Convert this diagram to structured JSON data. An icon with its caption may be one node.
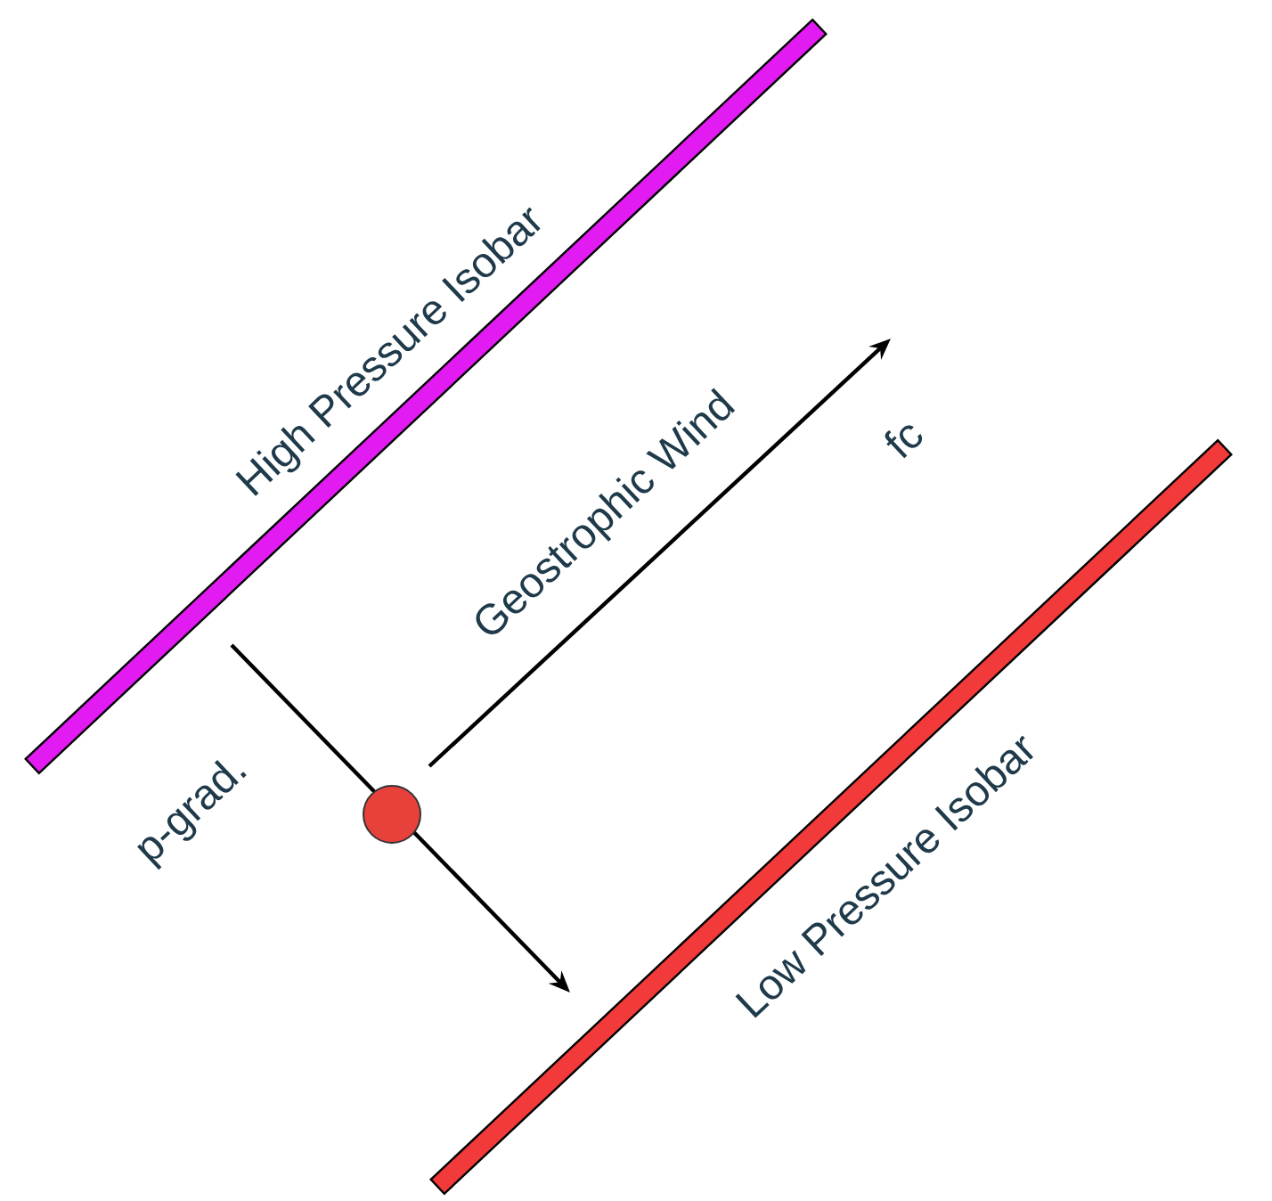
{
  "diagram": {
    "nodes": [
      {
        "text": [
          "High Pressure Isobar"
        ]
      },
      {
        "text": [
          "Low Pressure Isobar"
        ]
      },
      {
        "text": [],
        "shape": "circle"
      }
    ],
    "labels": [
      "Geostrophic Wind",
      "fc",
      "p-grad."
    ]
  }
}
